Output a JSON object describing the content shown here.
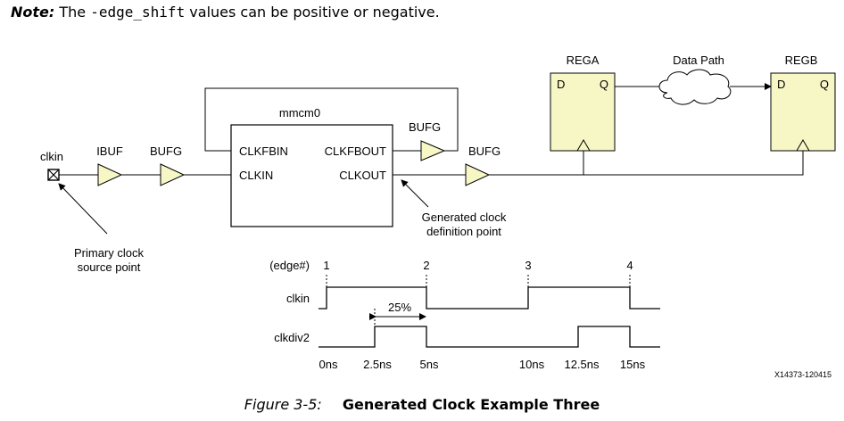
{
  "note": {
    "label": "Note:",
    "prefix": "The",
    "code": "-edge_shift",
    "suffix": "values can be positive or negative."
  },
  "schematic": {
    "input_port": "clkin",
    "ibuf": "IBUF",
    "bufg_1": "BUFG",
    "mmcm": {
      "name": "mmcm0",
      "clkfbin": "CLKFBIN",
      "clkin": "CLKIN",
      "clkfbout": "CLKFBOUT",
      "clkout": "CLKOUT"
    },
    "bufg_fb": "BUFG",
    "bufg_out": "BUFG",
    "rega": {
      "name": "REGA",
      "d": "D",
      "q": "Q"
    },
    "regb": {
      "name": "REGB",
      "d": "D",
      "q": "Q"
    },
    "data_path": "Data Path",
    "primary_note": [
      "Primary clock",
      "source point"
    ],
    "generated_note": [
      "Generated clock",
      "definition point"
    ]
  },
  "waveform": {
    "edge_label": "(edge#)",
    "edges": [
      "1",
      "2",
      "3",
      "4"
    ],
    "signals": [
      "clkin",
      "clkdiv2"
    ],
    "duty_label": "25%",
    "times": [
      "0ns",
      "2.5ns",
      "5ns",
      "10ns",
      "12.5ns",
      "15ns"
    ]
  },
  "figure_id": "X14373-120415",
  "caption": {
    "number": "Figure 3-5:",
    "title": "Generated Clock Example Three"
  }
}
